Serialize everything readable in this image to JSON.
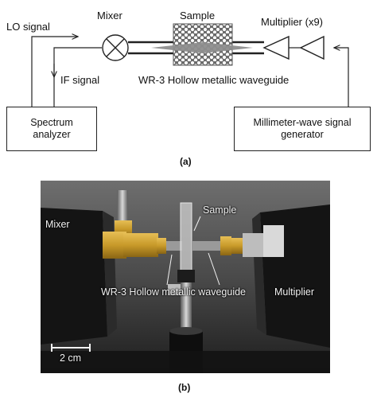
{
  "diagram": {
    "lo_signal": "LO signal",
    "mixer": "Mixer",
    "sample": "Sample",
    "multiplier": "Multiplier (x9)",
    "if_signal": "IF signal",
    "waveguide": "WR-3 Hollow metallic waveguide",
    "spectrum_analyzer": [
      "Spectrum",
      "analyzer"
    ],
    "signal_generator": [
      "Millimeter-wave signal",
      "generator"
    ],
    "caption": "(a)"
  },
  "photo": {
    "mixer": "Mixer",
    "sample": "Sample",
    "waveguide": "WR-3 Hollow metallic waveguide",
    "multiplier": "Multiplier",
    "scale_bar": "2 cm",
    "caption": "(b)"
  },
  "colors": {
    "line": "#222222",
    "gold": "#c89a2a",
    "photo_bg": "#3a3a3a"
  }
}
